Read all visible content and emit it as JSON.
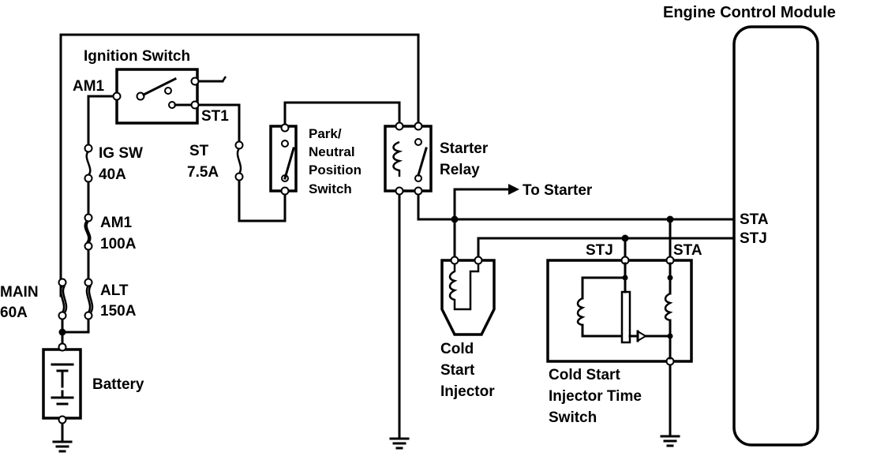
{
  "labels": {
    "ecm": "Engine Control Module",
    "ignition_switch": "Ignition Switch",
    "am1_terminal": "AM1",
    "st1_terminal": "ST1",
    "fuse_ig_sw_name": "IG SW",
    "fuse_ig_sw_rating": "40A",
    "fuse_am1_name": "AM1",
    "fuse_am1_rating": "100A",
    "fuse_main_name": "MAIN",
    "fuse_main_rating": "60A",
    "fuse_alt_name": "ALT",
    "fuse_alt_rating": "150A",
    "fuse_st_name": "ST",
    "fuse_st_rating": "7.5A",
    "battery": "Battery",
    "pnp_line1": "Park/",
    "pnp_line2": "Neutral",
    "pnp_line3": "Position",
    "pnp_line4": "Switch",
    "relay_line1": "Starter",
    "relay_line2": "Relay",
    "to_starter": "To Starter",
    "ecm_sta": "STA",
    "ecm_stj": "STJ",
    "cstj_stj": "STJ",
    "cstj_sta": "STA",
    "csi_line1": "Cold",
    "csi_line2": "Start",
    "csi_line3": "Injector",
    "csits_line1": "Cold Start",
    "csits_line2": "Injector Time",
    "csits_line3": "Switch"
  }
}
